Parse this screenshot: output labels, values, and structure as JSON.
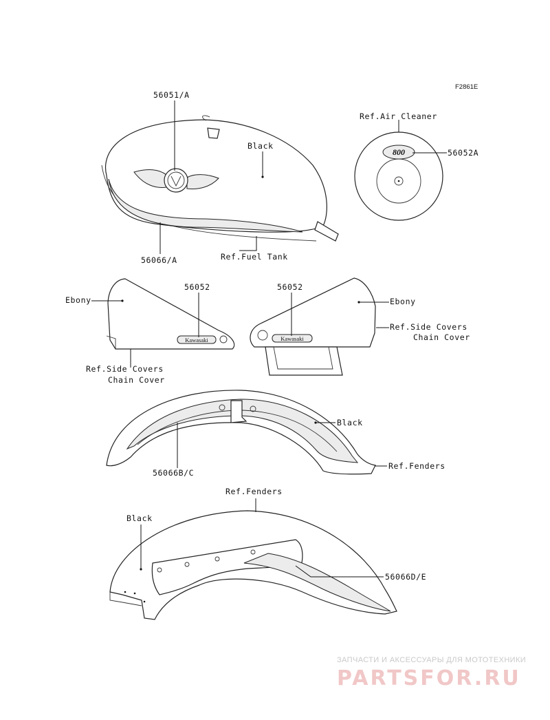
{
  "figure_code": "F2861E",
  "fuel_tank": {
    "part_emblem": "56051/A",
    "color": "Black",
    "part_stripe": "56066/A",
    "ref": "Ref.Fuel Tank"
  },
  "air_cleaner": {
    "ref": "Ref.Air Cleaner",
    "part": "56052A",
    "badge_text": "800"
  },
  "side_cover_left": {
    "part": "56052",
    "color": "Ebony",
    "ref_line1": "Ref.Side Covers",
    "ref_line2": "Chain Cover",
    "badge_text": "Kawasaki"
  },
  "side_cover_right": {
    "part": "56052",
    "color": "Ebony",
    "ref_line1": "Ref.Side Covers",
    "ref_line2": "Chain Cover",
    "badge_text": "Kawasaki"
  },
  "front_fender": {
    "color": "Black",
    "part": "56066B/C",
    "ref": "Ref.Fenders"
  },
  "rear_fender": {
    "ref": "Ref.Fenders",
    "color": "Black",
    "part": "56066D/E"
  },
  "watermark": {
    "line1": "ЗАПЧАСТИ И АКСЕССУАРЫ ДЛЯ МОТОТЕХНИКИ",
    "line2": "PARTSFOR.RU"
  }
}
